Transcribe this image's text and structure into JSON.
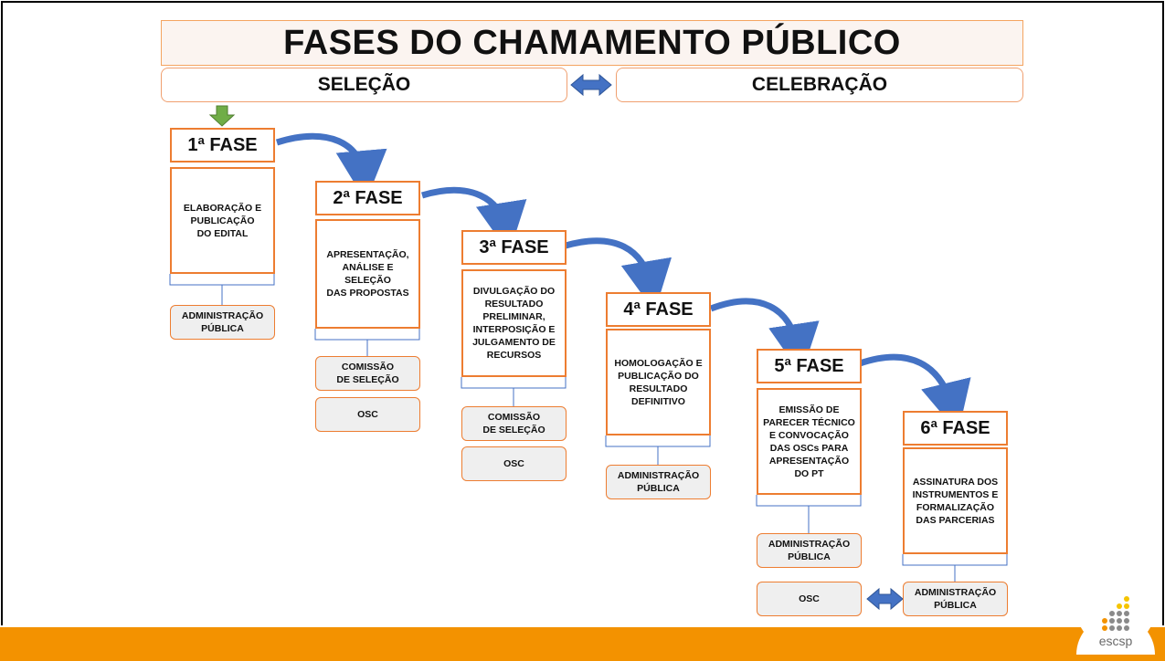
{
  "title": "FASES DO CHAMAMENTO PÚBLICO",
  "stages": {
    "selection": "SELEÇÃO",
    "celebration": "CELEBRAÇÃO"
  },
  "phases": [
    {
      "label": "1ª FASE",
      "description": "ELABORAÇÃO  E\nPUBLICAÇÃO\nDO EDITAL",
      "responsible": [
        "ADMINISTRAÇÃO\nPÚBLICA"
      ]
    },
    {
      "label": "2ª FASE",
      "description": "APRESENTAÇÃO,\nANÁLISE  E\nSELEÇÃO\nDAS PROPOSTAS",
      "responsible": [
        "COMISSÃO\nDE SELEÇÃO",
        "OSC"
      ]
    },
    {
      "label": "3ª FASE",
      "description": "DIVULGAÇÃO DO\nRESULTADO\nPRELIMINAR,\nINTERPOSIÇÃO E\nJULGAMENTO DE\nRECURSOS",
      "responsible": [
        "COMISSÃO\nDE SELEÇÃO",
        "OSC"
      ]
    },
    {
      "label": "4ª FASE",
      "description": "HOMOLOGAÇÃO E\nPUBLICAÇÃO DO\nRESULTADO\nDEFINITIVO",
      "responsible": [
        "ADMINISTRAÇÃO\nPÚBLICA"
      ]
    },
    {
      "label": "5ª FASE",
      "description": "EMISSÃO DE\nPARECER  TÉCNICO\nE CONVOCAÇÃO\nDAS OSCs PARA\nAPRESENTAÇÃO\nDO PT",
      "responsible": [
        "ADMINISTRAÇÃO\nPÚBLICA",
        "OSC"
      ]
    },
    {
      "label": "6ª FASE",
      "description": "ASSINATURA DOS\nINSTRUMENTOS E\nFORMALIZAÇÃO\nDAS  PARCERIAS",
      "responsible": [
        "ADMINISTRAÇÃO\nPÚBLICA"
      ]
    }
  ],
  "logo_text": "escsp",
  "colors": {
    "accent_orange": "#ed7d31",
    "footer_orange": "#f39200",
    "arrow_blue": "#4472c4",
    "start_arrow_green": "#70ad47"
  },
  "icons": [
    "double-arrow-icon",
    "down-arrow-icon",
    "curved-arrow-icon",
    "logo-icon"
  ]
}
